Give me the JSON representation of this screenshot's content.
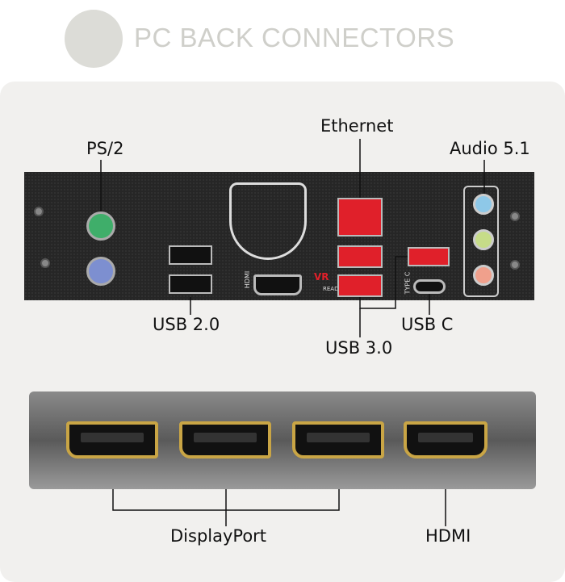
{
  "header": {
    "title": "PC BACK CONNECTORS",
    "logo": "dinosaur-logo"
  },
  "labels": {
    "ps2": "PS/2",
    "ethernet": "Ethernet",
    "audio": "Audio 5.1",
    "usb2": "USB 2.0",
    "usb3": "USB 3.0",
    "usbc": "USB C",
    "displayport": "DisplayPort",
    "hdmi": "HDMI"
  },
  "panel_text": {
    "hdmi": "HDMI",
    "type_c": "TYPE C",
    "vr": "VR",
    "ready": "READY"
  },
  "colors": {
    "usb3": "#e0202a",
    "ps2_mouse": "#3fae6a",
    "ps2_keyboard": "#7d8fd0",
    "audio_in": "#8ec8e8",
    "audio_out": "#c6dc88",
    "audio_mic": "#f0a08c",
    "gold": "#c9a545"
  }
}
